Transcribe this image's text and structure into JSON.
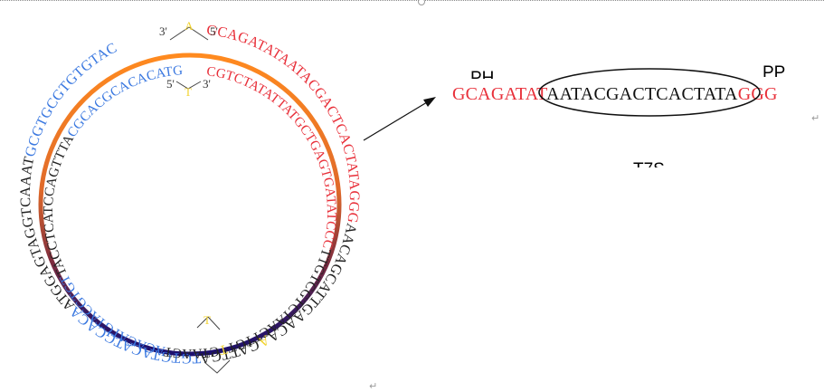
{
  "circle": {
    "outer_arc_text": [
      {
        "text": "GCAGATATAATACGACTCACTATAGGG",
        "color": "#e8303a"
      },
      {
        "text": "AACAGCATTGAACA",
        "color": "#222222"
      },
      {
        "text": "A",
        "color": "#f2d330"
      },
      {
        "text": "GATTGA",
        "color": "#222222"
      },
      {
        "text": "TGTGTACATGCACA",
        "color": "#3a78e0"
      },
      {
        "text": "ATGGAGTAGGTCAAAT",
        "color": "#222222"
      },
      {
        "text": "GCGTGCGTGTGTAC",
        "color": "#3a78e0"
      }
    ],
    "inner_arc_text": [
      {
        "text": "CGTCTATATTATGCTGAGTGATATCCC",
        "color": "#e8303a"
      },
      {
        "text": "TTGTCGTCTAACTTGT",
        "color": "#222222"
      },
      {
        "text": "T",
        "color": "#f2d330"
      },
      {
        "text": "CTAACT",
        "color": "#222222"
      },
      {
        "text": "ACACATGTACGTGT",
        "color": "#3a78e0"
      },
      {
        "text": "TACCTCATCCAGTTTA",
        "color": "#222222"
      },
      {
        "text": "CGCACGCACACATG",
        "color": "#3a78e0"
      }
    ],
    "top_hairpin": {
      "base": "A",
      "left_end": "3'",
      "right_end": "5'"
    },
    "top_inner": {
      "base": "T",
      "left_end": "5'",
      "right_end": "3'"
    },
    "gradient_colors": [
      "#ff8a1f",
      "#e06a2a",
      "#7a2a3f",
      "#3a1a5e",
      "#1c0f6e"
    ]
  },
  "right_panel": {
    "sequence_parts": [
      {
        "text": "GCAGATAT",
        "color": "#e8303a"
      },
      {
        "text": "AATACGACTCACTATA",
        "color": "#111111"
      },
      {
        "text": "GGG",
        "color": "#e8303a"
      }
    ],
    "label_left_partial": "PH",
    "label_right_partial": "PP",
    "label_bottom_partial": "T7S",
    "paragraph_mark": "↵"
  }
}
